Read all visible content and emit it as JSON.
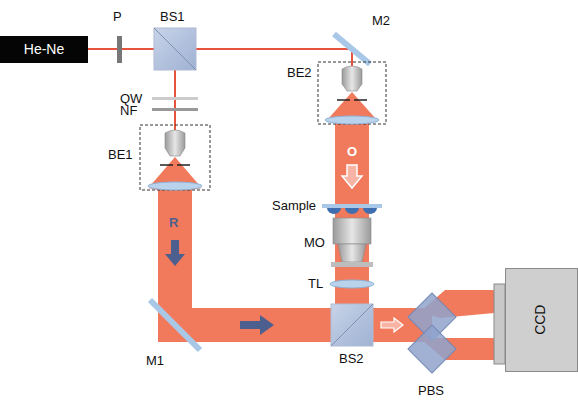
{
  "diagram": {
    "nodes": [
      {
        "text": [
          "He-Ne"
        ]
      },
      {
        "text": [
          "CCD"
        ]
      }
    ],
    "labels": [
      "P",
      "BS1",
      "M2",
      "QW",
      "NF",
      "BE1",
      "BE2",
      "R",
      "O",
      "Sample",
      "MO",
      "TL",
      "M1",
      "BS2",
      "PBS"
    ]
  }
}
